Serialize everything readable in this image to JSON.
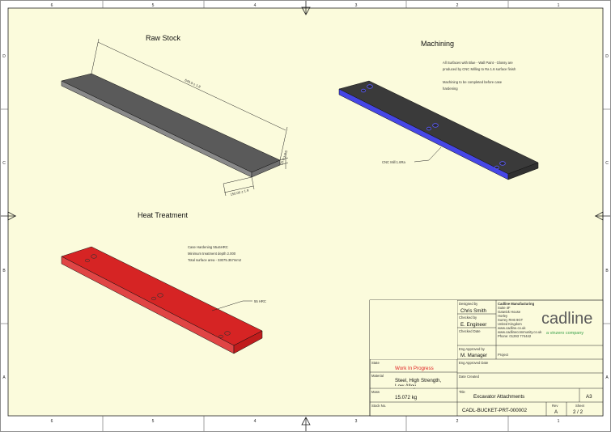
{
  "border": {
    "columns": [
      "6",
      "5",
      "4",
      "3",
      "2",
      "1"
    ],
    "rows": [
      "D",
      "C",
      "B",
      "A"
    ]
  },
  "views": {
    "raw_stock": {
      "title": "Raw Stock",
      "dim_length": "649.9 ± 1.8",
      "dim_width": "150.00 ± 1.9",
      "dim_thickness": "20.0 ± 0.5"
    },
    "machining": {
      "title": "Machining",
      "note_line1": "All Surfaces with Blue - Wall Paint - Glossy are",
      "note_line2": "produced by CNC Milling to Ra 1.6 surface finish",
      "note_line3": "Machining to be completed before case",
      "note_line4": "hardening",
      "callout": "CNC Mill 1.6Ra",
      "highlight_color": "#4040e0"
    },
    "heat_treatment": {
      "title": "Heat Treatment",
      "note_line1": "Case Hardening 55±5HRC",
      "note_line2": "Minimum treatment depth 2.000",
      "note_line3": "Total surface area - 33075.357mm2",
      "callout": "55 HRC",
      "highlight_color": "#d42020"
    }
  },
  "title_block": {
    "designed_by_label": "Designed by",
    "designed_by": "Chris Smith",
    "checked_by_label": "Checked by",
    "checked_by": "E. Engineer",
    "checked_date_label": "Checked Date",
    "eng_approved_by_label": "Eng Approved by",
    "eng_approved_by": "M. Manager",
    "eng_approved_date_label": "Eng Approved Date",
    "date_created_label": "Date Created",
    "project_label": "Project",
    "company_lines": [
      "Cadline Manufacturing",
      "Suite 4F",
      "Gatwick House",
      "Horley",
      "Surrey RH6 9GT",
      "United Kingdom",
      "www.cadline.co.uk",
      "www.cadlinecommunity.co.uk",
      "Phone: 01293 774442"
    ],
    "logo_text": "cadline",
    "logo_sub": "a vinzero company",
    "state_label": "State",
    "state": "Work In Progress",
    "material_label": "Material",
    "material_line1": "Steel, High Strength,",
    "material_line2": "Low Alloy",
    "mass_label": "Mass",
    "mass": "15.072 kg",
    "title_label": "Title",
    "title": "Excavator Attachments",
    "size": "A3",
    "stock_no_label": "Stock No.",
    "part_number": "CADL-BUCKET-PRT-000002",
    "rev_label": "Rev",
    "rev": "A",
    "sheet_label": "Sheet",
    "sheet": "2 / 2"
  },
  "colors": {
    "sheet_background": "#fbfbdc",
    "plate_top": "#595959",
    "plate_side": "#8c8c8c",
    "state_text": "#e02020",
    "logo_accent": "#3aa04a"
  }
}
